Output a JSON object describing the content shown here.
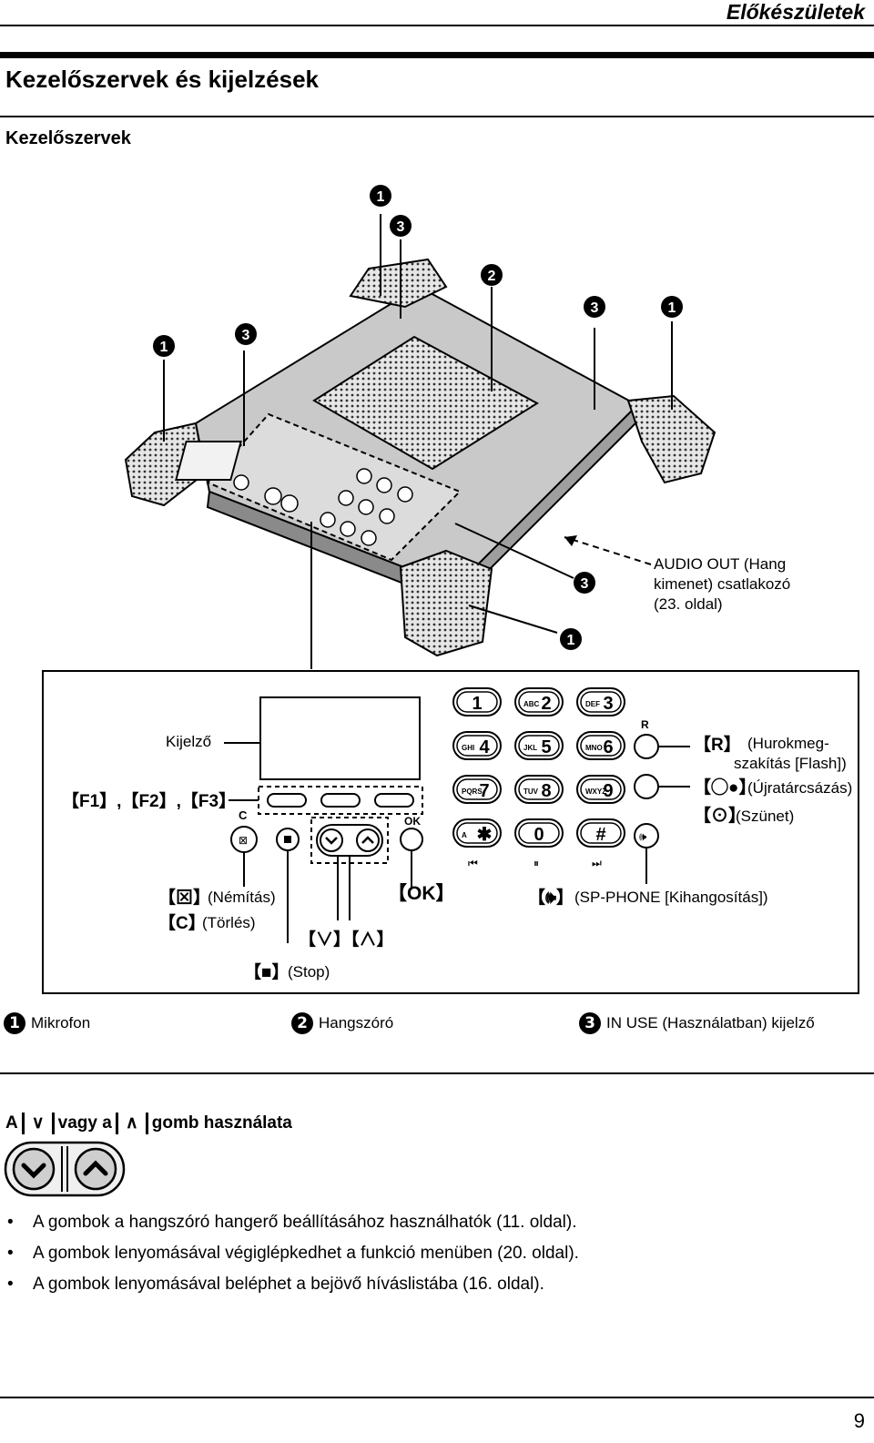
{
  "header": {
    "chapter": "Előkészületek"
  },
  "title": "Kezelőszervek és kijelzések",
  "section": "Kezelőszervek",
  "device_illustration": {
    "markers": [
      "1",
      "3",
      "2",
      "3",
      "1",
      "1",
      "3",
      "3",
      "1"
    ],
    "audio_out_label": [
      "AUDIO OUT (Hang",
      "kimenet) csatlakozó",
      "(23. oldal)"
    ]
  },
  "panel": {
    "display_label": "Kijelző",
    "f_keys_label": "【F1】,【F2】,【F3】",
    "c_key_letter": "C",
    "ok_letter": "OK",
    "r_letter": "R",
    "keypad": [
      {
        "sub": "",
        "num": "1"
      },
      {
        "sub": "ABC",
        "num": "2"
      },
      {
        "sub": "DEF",
        "num": "3"
      },
      {
        "sub": "GHI",
        "num": "4"
      },
      {
        "sub": "JKL",
        "num": "5"
      },
      {
        "sub": "MNO",
        "num": "6"
      },
      {
        "sub": "PQRS",
        "num": "7"
      },
      {
        "sub": "TUV",
        "num": "8"
      },
      {
        "sub": "WXYZ",
        "num": "9"
      },
      {
        "sub": "A",
        "num": "✱"
      },
      {
        "sub": "",
        "num": "0"
      },
      {
        "sub": "",
        "num": "#"
      }
    ],
    "transport_glyphs": [
      "⏮",
      "⏸",
      "⏭"
    ],
    "right_labels": {
      "r_key": "【R】",
      "flash": [
        "(Hurokmeg-",
        "szakítás [Flash])"
      ],
      "redial": "(Újratárcsázás)",
      "pause": "(Szünet)"
    },
    "mute_label": "(Némítás)",
    "clear_key": "【C】",
    "clear_label": "(Törlés)",
    "ok_key": "【OK】",
    "arrow_keys": "【∨】【∧】",
    "stop_label": "(Stop)",
    "sp_label": "(SP-PHONE [Kihangosítás])"
  },
  "legend": [
    {
      "num": "1",
      "text": "Mikrofon"
    },
    {
      "num": "2",
      "text": "Hangszóró"
    },
    {
      "num": "3",
      "text": "IN USE (Használatban) kijelző"
    }
  ],
  "subheading": {
    "prefix": "A",
    "key1": "∨",
    "middle": "vagy a",
    "key2": "∧",
    "suffix": "gomb használata"
  },
  "bullets": [
    "A gombok a hangszóró hangerő beállításához használhatók (11. oldal).",
    "A gombok lenyomásával végiglépkedhet a funkció menüben (20. oldal).",
    "A gombok lenyomásával beléphet a bejövő híváslistába (16. oldal)."
  ],
  "page_number": "9"
}
